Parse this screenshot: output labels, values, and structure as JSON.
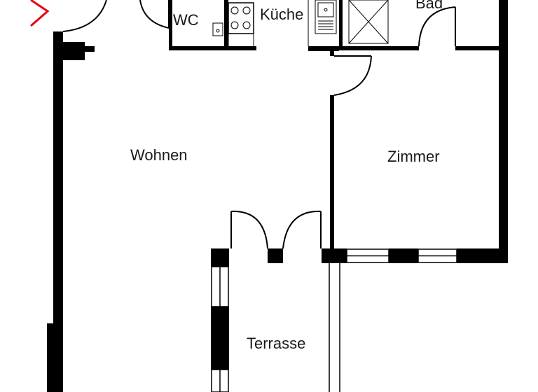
{
  "rooms": {
    "wc": "WC",
    "kueche": "Küche",
    "bad": "Bad",
    "wohnen": "Wohnen",
    "zimmer": "Zimmer",
    "terrasse": "Terrasse"
  },
  "colors": {
    "wall": "#000000",
    "marker": "#e30613",
    "background": "#ffffff"
  },
  "icons": {
    "entrance_marker": "chevron-right-icon"
  }
}
